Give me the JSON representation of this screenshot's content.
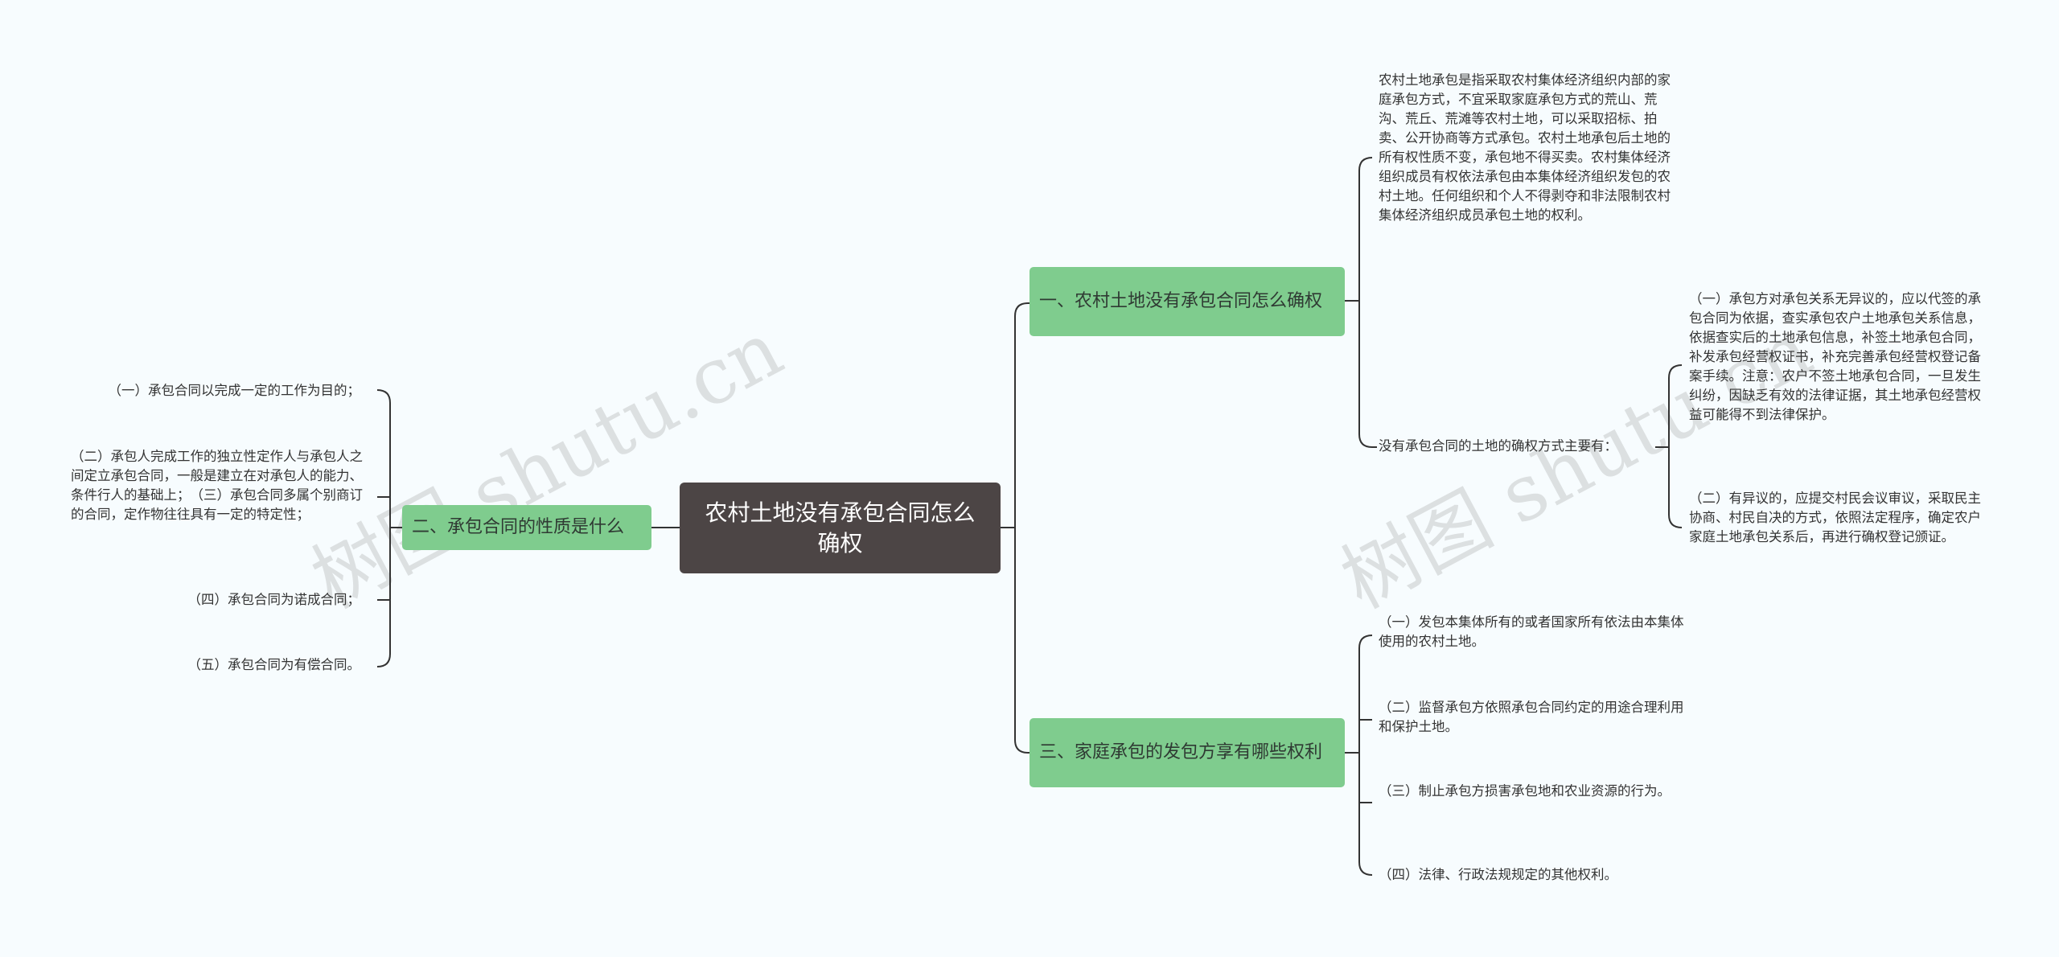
{
  "root": {
    "label": "农村土地没有承包合同怎么确权"
  },
  "branches": {
    "b1": {
      "label": "一、农村土地没有承包合同怎么确权"
    },
    "b2": {
      "label": "二、承包合同的性质是什么"
    },
    "b3": {
      "label": "三、家庭承包的发包方享有哪些权利"
    }
  },
  "b1_children": {
    "intro": "农村土地承包是指采取农村集体经济组织内部的家庭承包方式，不宜采取家庭承包方式的荒山、荒沟、荒丘、荒滩等农村土地，可以采取招标、拍卖、公开协商等方式承包。农村土地承包后土地的所有权性质不变，承包地不得买卖。农村集体经济组织成员有权依法承包由本集体经济组织发包的农村土地。任何组织和个人不得剥夺和非法限制农村集体经济组织成员承包土地的权利。",
    "methods_label": "没有承包合同的土地的确权方式主要有：",
    "methods": [
      "（一）承包方对承包关系无异议的，应以代签的承包合同为依据，查实承包农户土地承包关系信息，依据查实后的土地承包信息，补签土地承包合同，补发承包经营权证书，补充完善承包经营权登记备案手续。注意：农户不签土地承包合同，一旦发生纠纷，因缺乏有效的法律证据，其土地承包经营权益可能得不到法律保护。",
      "（二）有异议的，应提交村民会议审议，采取民主协商、村民自决的方式，依照法定程序，确定农户家庭土地承包关系后，再进行确权登记颁证。"
    ]
  },
  "b2_children": [
    "（一）承包合同以完成一定的工作为目的；",
    "（二）承包人完成工作的独立性定作人与承包人之间定立承包合同，一般是建立在对承包人的能力、条件行人的基础上；　（三）承包合同多属个别商订的合同，定作物往往具有一定的特定性；",
    "（四）承包合同为诺成合同；",
    "（五）承包合同为有偿合同。"
  ],
  "b3_children": [
    "（一）发包本集体所有的或者国家所有依法由本集体使用的农村土地。",
    "（二）监督承包方依照承包合同约定的用途合理利用和保护土地。",
    "（三）制止承包方损害承包地和农业资源的行为。",
    "（四）法律、行政法规规定的其他权利。"
  ],
  "watermark": "树图 shutu.cn",
  "colors": {
    "root": "#4c4545",
    "branch": "#7fcc8e",
    "line": "#333333",
    "background": "#f7fcfe"
  }
}
